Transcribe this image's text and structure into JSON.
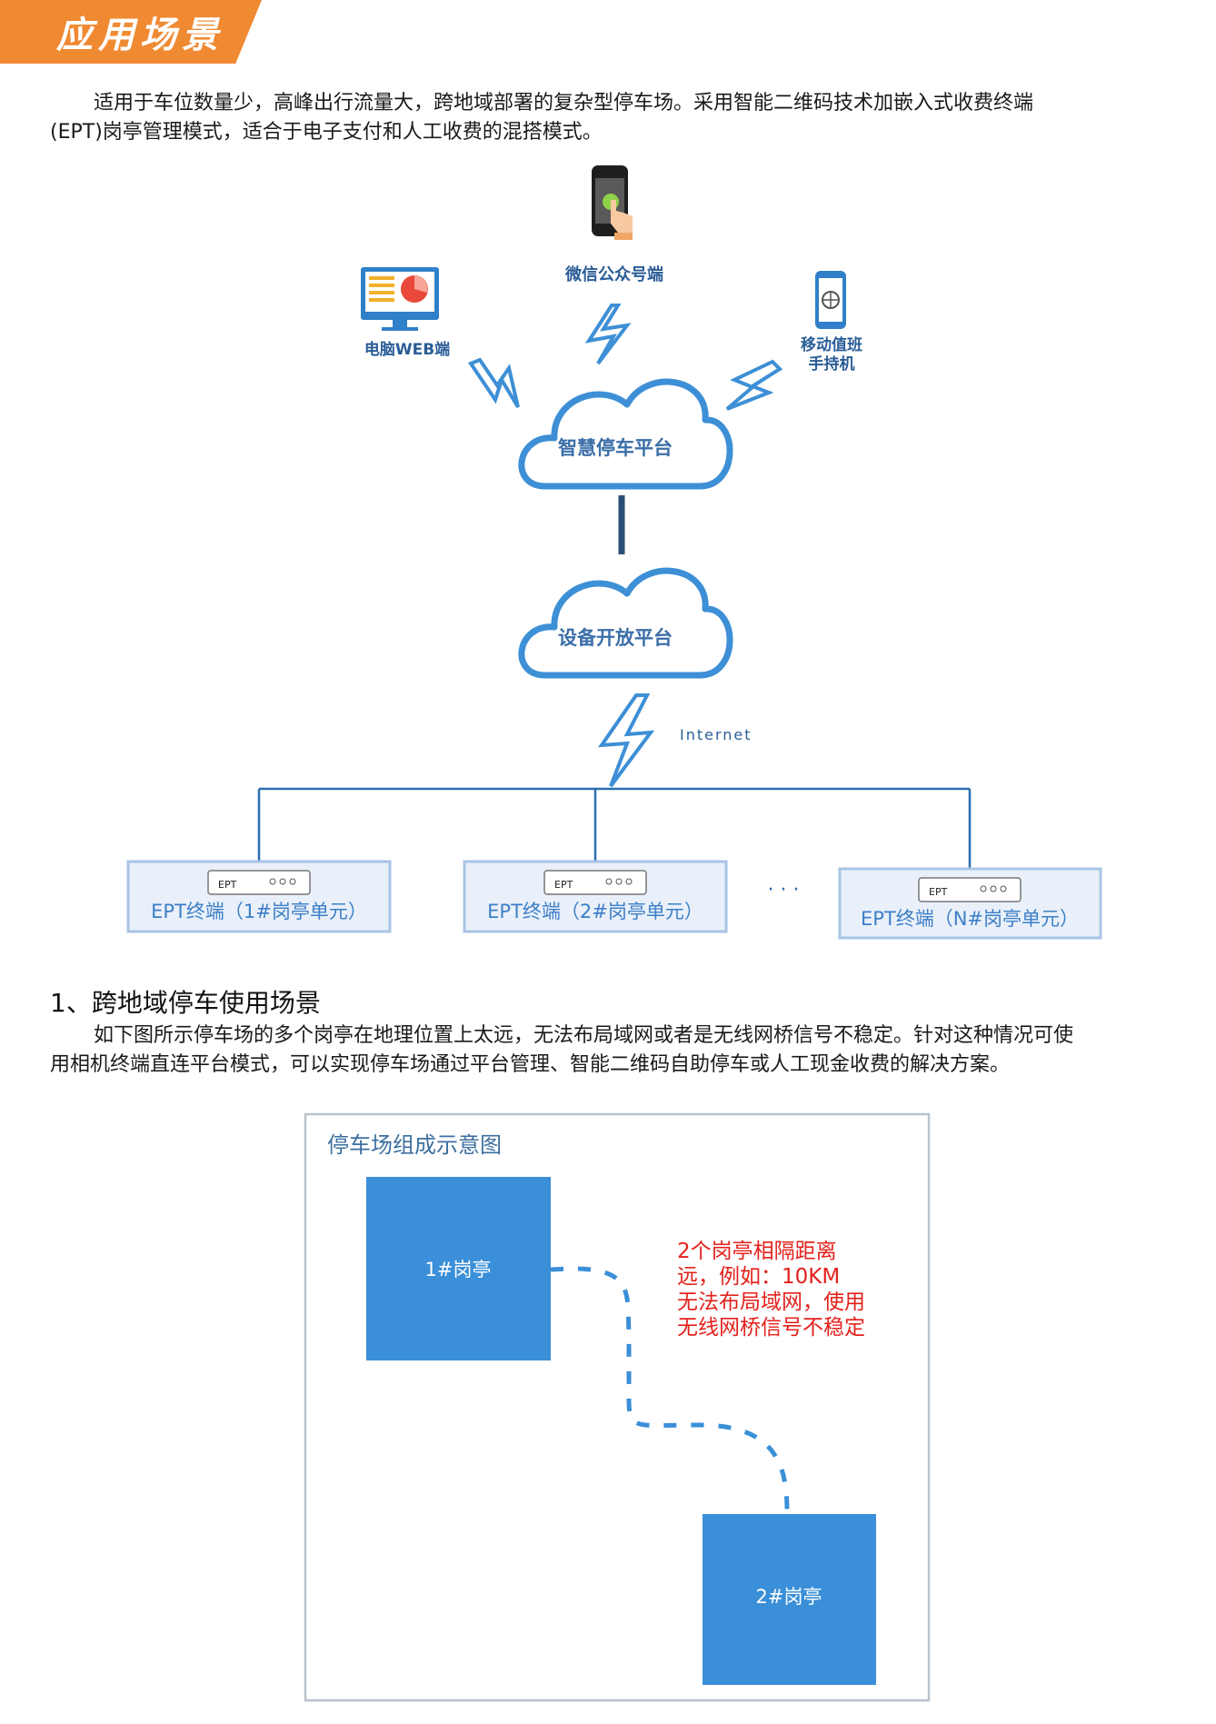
{
  "header": {
    "title": "应用场景"
  },
  "intro": {
    "line1": "适用于车位数量少，高峰出行流量大，跨地域部署的复杂型停车场。采用智能二维码技术加嵌入式收费终端",
    "line2": "(EPT)岗亭管理模式，适合于电子支付和人工收费的混搭模式。"
  },
  "diagram1": {
    "wechat_label": "微信公众号端",
    "pc_label": "电脑WEB端",
    "mobile_label_1": "移动值班",
    "mobile_label_2": "手持机",
    "cloud_top": "智慧停车平台",
    "cloud_bottom": "设备开放平台",
    "internet_label": "Internet",
    "device_text": "EPT",
    "ellipsis": "· · ·",
    "terminals": [
      {
        "label": "EPT终端（1#岗亭单元）"
      },
      {
        "label": "EPT终端（2#岗亭单元）"
      },
      {
        "label": "EPT终端（N#岗亭单元）"
      }
    ]
  },
  "section1": {
    "title": "1、跨地域停车使用场景",
    "line1": "如下图所示停车场的多个岗亭在地理位置上太远，无法布局域网或者是无线网桥信号不稳定。针对这种情况可使",
    "line2": "用相机终端直连平台模式，可以实现停车场通过平台管理、智能二维码自助停车或人工现金收费的解决方案。"
  },
  "diagram2": {
    "title": "停车场组成示意图",
    "booth1": "1#岗亭",
    "booth2": "2#岗亭",
    "note": [
      "2个岗亭相隔距离",
      "远，例如：10KM",
      "无法布局域网，使用",
      "无线网桥信号不稳定"
    ]
  },
  "colors": {
    "banner": "#ef8a33",
    "cloud_stroke": "#3d8fd6",
    "line_blue": "#2a6fb0",
    "box_blue": "#3a8fd8",
    "note_red": "#e3211c"
  }
}
